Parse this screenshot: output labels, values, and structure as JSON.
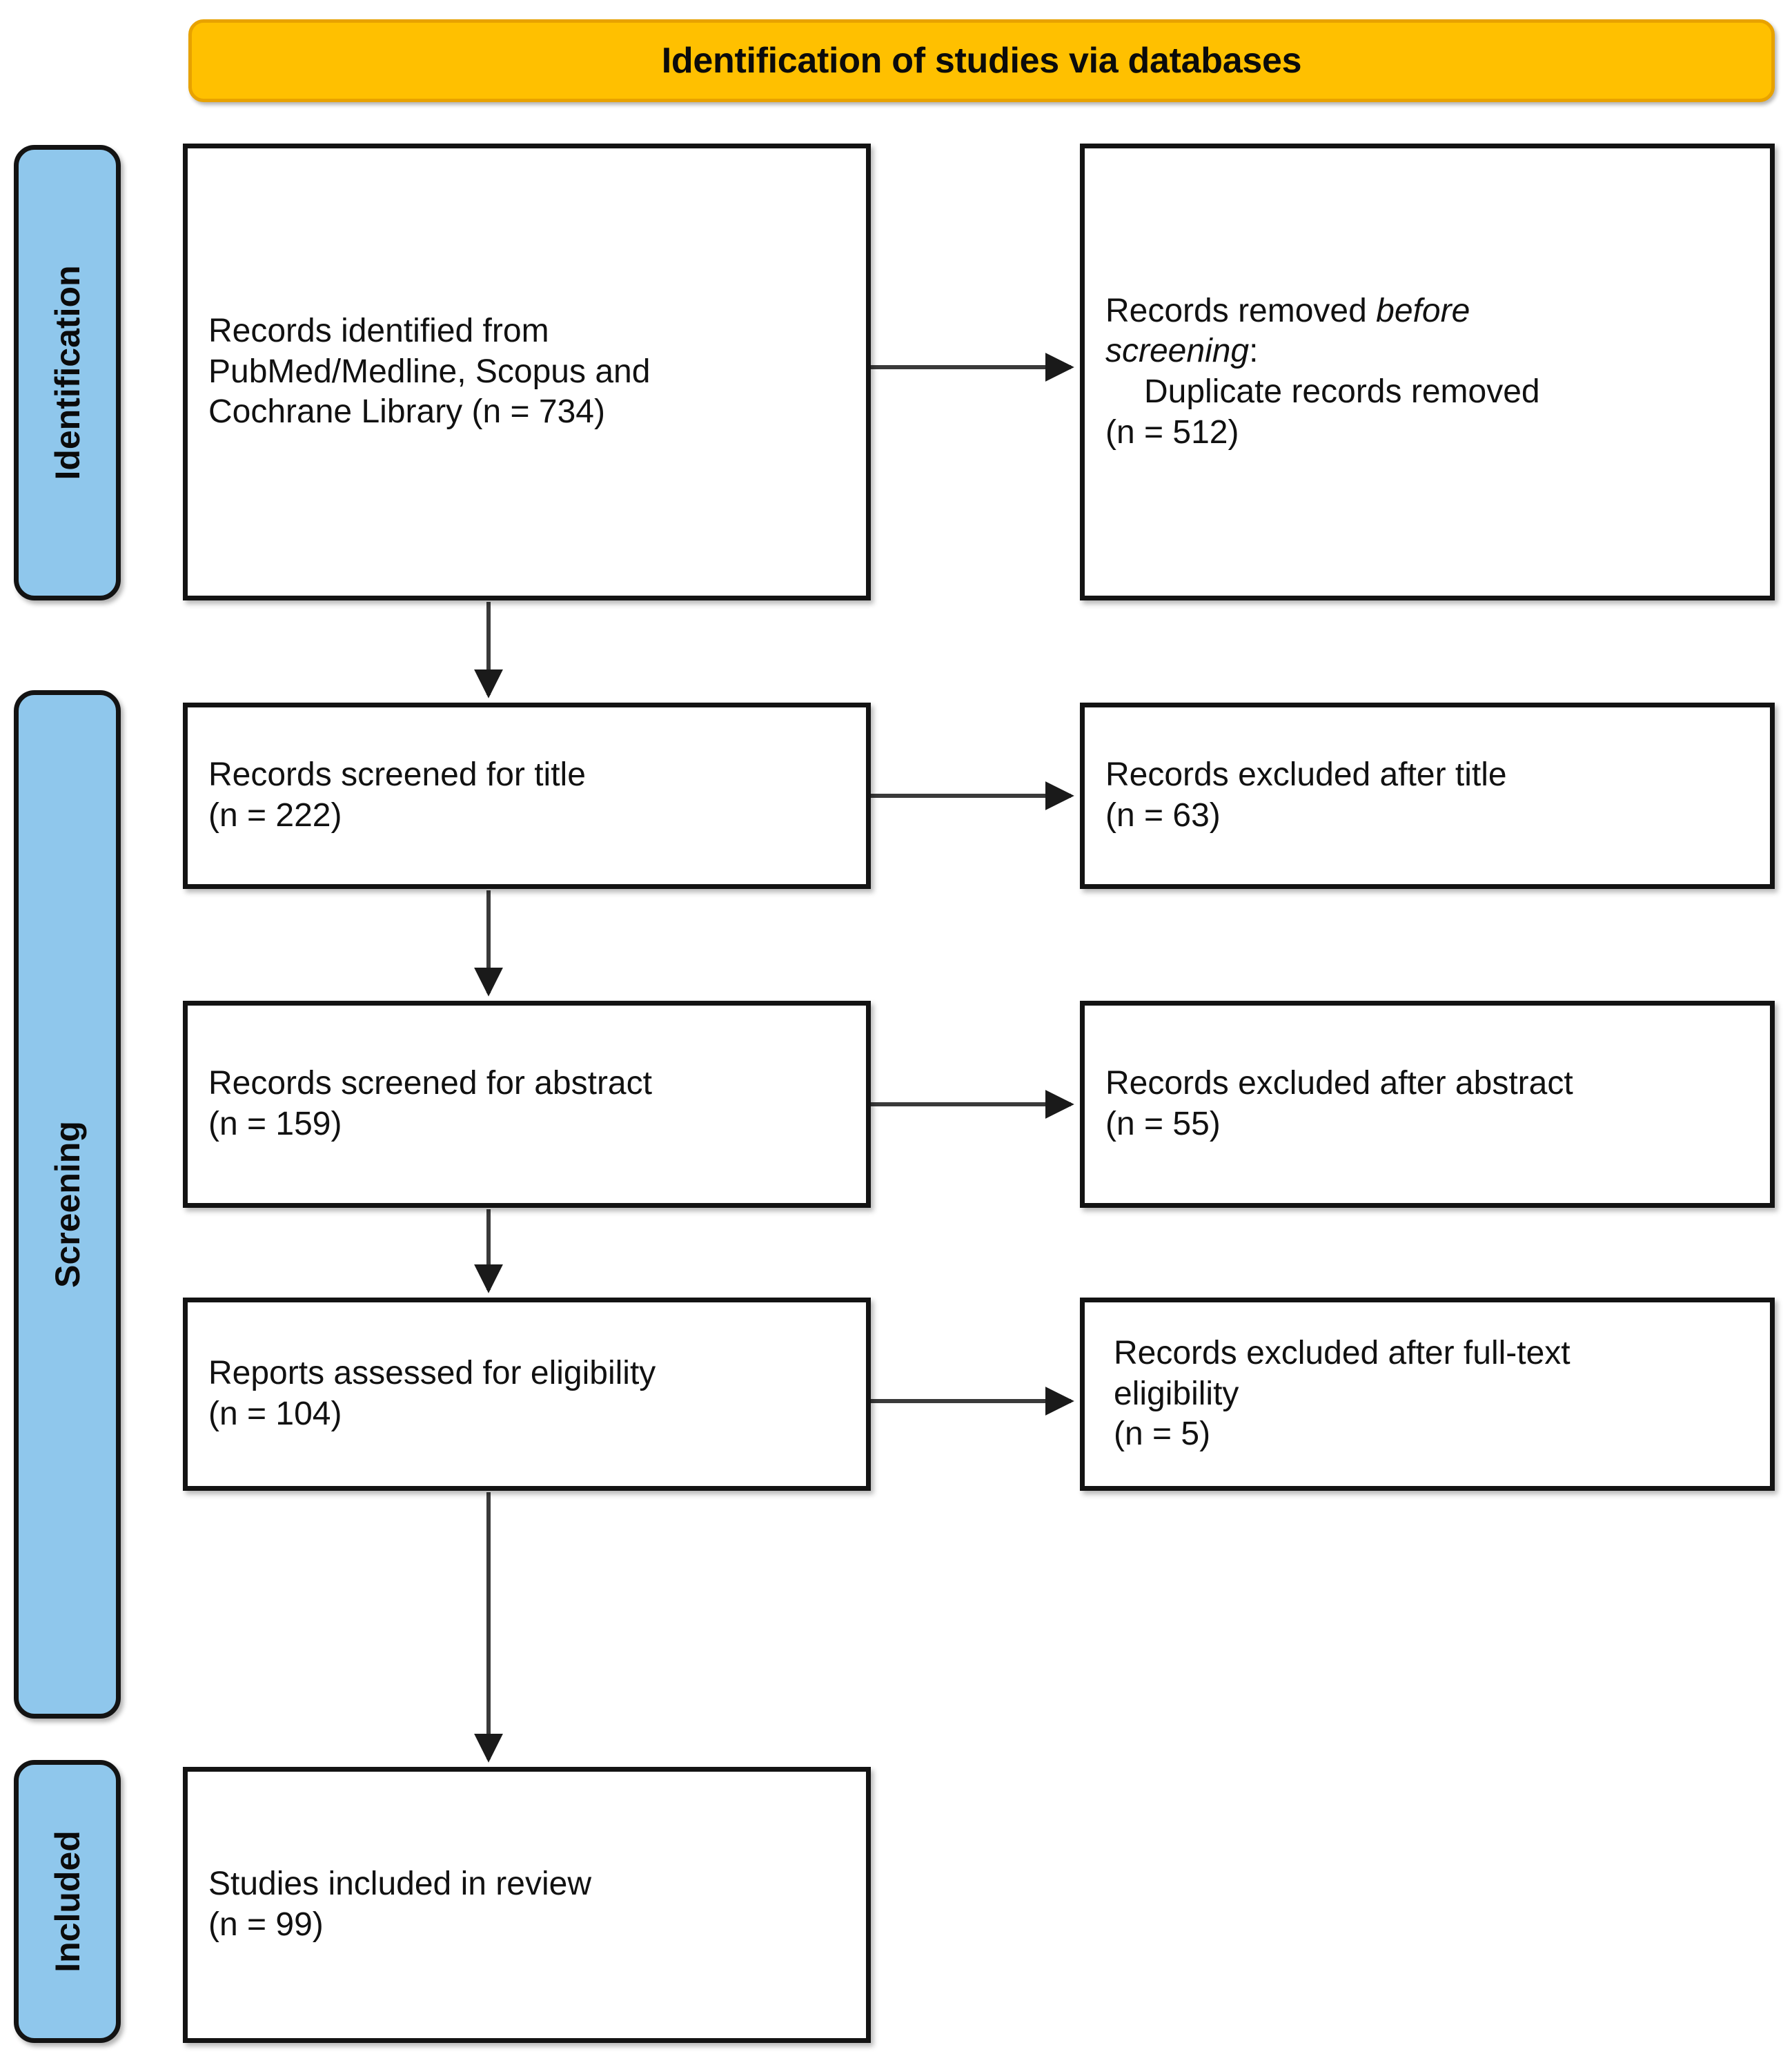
{
  "header": {
    "title": "Identification of studies via databases"
  },
  "colors": {
    "header_fill": "#FFC000",
    "header_border": "#E8A200",
    "stage_fill": "#8FC7EC",
    "box_border": "#131313",
    "box_fill": "#FFFFFF",
    "text": "#111111"
  },
  "stages": [
    {
      "id": "identification",
      "label": "Identification"
    },
    {
      "id": "screening",
      "label": "Screening"
    },
    {
      "id": "included",
      "label": "Included"
    }
  ],
  "boxes": {
    "identified": {
      "line1": "Records identified from",
      "line2": "PubMed/Medline, Scopus and",
      "line3": "Cochrane Library (n = 734)",
      "count": 734
    },
    "removed": {
      "line1_plain": "Records removed ",
      "line1_italic": "before",
      "line2_italic": "screening",
      "line2_plain": ":",
      "line3": "Duplicate records removed",
      "line4": "(n = 512)",
      "count": 512
    },
    "screened_title": {
      "line1": "Records screened for title",
      "line2": "(n = 222)",
      "count": 222
    },
    "excluded_title": {
      "line1": "Records excluded after title",
      "line2": "(n = 63)",
      "count": 63
    },
    "screened_abstract": {
      "line1": "Records screened for abstract",
      "line2": "(n = 159)",
      "count": 159
    },
    "excluded_abstract": {
      "line1": "Records excluded after abstract",
      "line2": "(n = 55)",
      "count": 55
    },
    "eligibility": {
      "line1": "Reports assessed for eligibility",
      "line2": "(n = 104)",
      "count": 104
    },
    "excluded_fulltext": {
      "line1": "Records excluded after full-text",
      "line2": "eligibility",
      "line3": "(n = 5)",
      "count": 5
    },
    "included": {
      "line1": "Studies included in review",
      "line2": "(n = 99)",
      "count": 99
    }
  },
  "chart_data": {
    "type": "diagram",
    "title": "Identification of studies via databases",
    "diagram_kind": "PRISMA 2020 flow diagram",
    "stages": [
      "Identification",
      "Screening",
      "Included"
    ],
    "nodes": [
      {
        "id": "identified",
        "stage": "Identification",
        "column": "left",
        "label": "Records identified from PubMed/Medline, Scopus and Cochrane Library",
        "n": 734
      },
      {
        "id": "removed",
        "stage": "Identification",
        "column": "right",
        "label": "Records removed before screening: Duplicate records removed",
        "n": 512
      },
      {
        "id": "screened_title",
        "stage": "Screening",
        "column": "left",
        "label": "Records screened for title",
        "n": 222
      },
      {
        "id": "excluded_title",
        "stage": "Screening",
        "column": "right",
        "label": "Records excluded after title",
        "n": 63
      },
      {
        "id": "screened_abstract",
        "stage": "Screening",
        "column": "left",
        "label": "Records screened for abstract",
        "n": 159
      },
      {
        "id": "excluded_abstract",
        "stage": "Screening",
        "column": "right",
        "label": "Records excluded after abstract",
        "n": 55
      },
      {
        "id": "eligibility",
        "stage": "Screening",
        "column": "left",
        "label": "Reports assessed for eligibility",
        "n": 104
      },
      {
        "id": "excluded_fulltext",
        "stage": "Screening",
        "column": "right",
        "label": "Records excluded after full-text eligibility",
        "n": 5
      },
      {
        "id": "included",
        "stage": "Included",
        "column": "left",
        "label": "Studies included in review",
        "n": 99
      }
    ],
    "edges": [
      {
        "from": "identified",
        "to": "removed",
        "direction": "right"
      },
      {
        "from": "identified",
        "to": "screened_title",
        "direction": "down"
      },
      {
        "from": "screened_title",
        "to": "excluded_title",
        "direction": "right"
      },
      {
        "from": "screened_title",
        "to": "screened_abstract",
        "direction": "down"
      },
      {
        "from": "screened_abstract",
        "to": "excluded_abstract",
        "direction": "right"
      },
      {
        "from": "screened_abstract",
        "to": "eligibility",
        "direction": "down"
      },
      {
        "from": "eligibility",
        "to": "excluded_fulltext",
        "direction": "right"
      },
      {
        "from": "eligibility",
        "to": "included",
        "direction": "down"
      }
    ]
  }
}
